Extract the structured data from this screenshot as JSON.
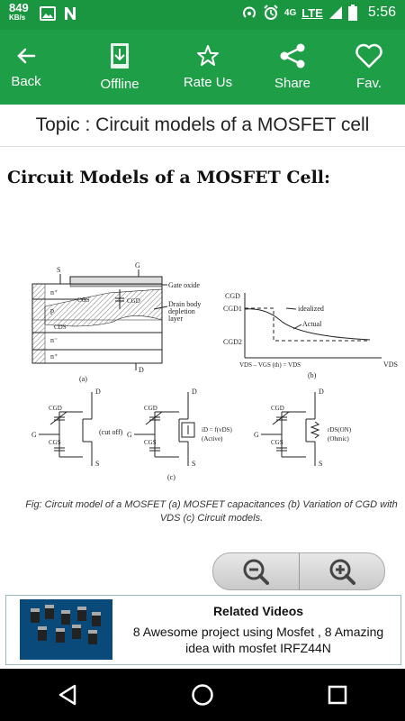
{
  "status_bar": {
    "net_speed": "849",
    "net_unit": "KB/s",
    "network": "4G",
    "network_type": "LTE",
    "time": "5:56"
  },
  "toolbar": {
    "back": "Back",
    "offline": "Offline",
    "rate": "Rate Us",
    "share": "Share",
    "fav": "Fav."
  },
  "topic": "Topic : Circuit models of a MOSFET cell",
  "heading": "Circuit Models of a MOSFET Cell:",
  "figure": {
    "caption": "Fig: Circuit model of a MOSFET (a) MOSFET capacitances (b) Variation of CGD with VDS (c) Circuit models.",
    "a": {
      "s": "S",
      "g": "G",
      "d": "D",
      "gate_oxide": "Gate oxide",
      "cgd": "CGD",
      "drain_depletion": [
        "Drain body",
        "depletion",
        "layer"
      ],
      "cgs": "CGS",
      "cds": "CDS",
      "n_plus": "n⁺",
      "p": "p",
      "n_minus": "n⁻",
      "n_plus2": "n⁺",
      "label": "(a)"
    },
    "b": {
      "cgd": "CGD",
      "cgd1": "CGD1",
      "cgd2": "CGD2",
      "idealized": "idealized",
      "actual": "Actual",
      "x_mark": "VDS – VGS (th) = VDS",
      "vds": "VDS",
      "label": "(b)"
    },
    "c": {
      "d": "D",
      "g": "G",
      "s": "S",
      "cgd": "CGD",
      "cgs": "CGS",
      "cutoff": "(cut off)",
      "id": "iD = f(vDS)",
      "active": "(Active)",
      "rds": "rDS(ON)",
      "ohmic": "(Ohmic)",
      "label": "(c)"
    }
  },
  "related": {
    "title": "Related Videos",
    "desc": "8 Awesome project using  Mosfet , 8 Amazing idea with mosfet IRFZ44N"
  },
  "colors": {
    "status_bar": "#1a9640",
    "toolbar": "#1e9e47"
  }
}
